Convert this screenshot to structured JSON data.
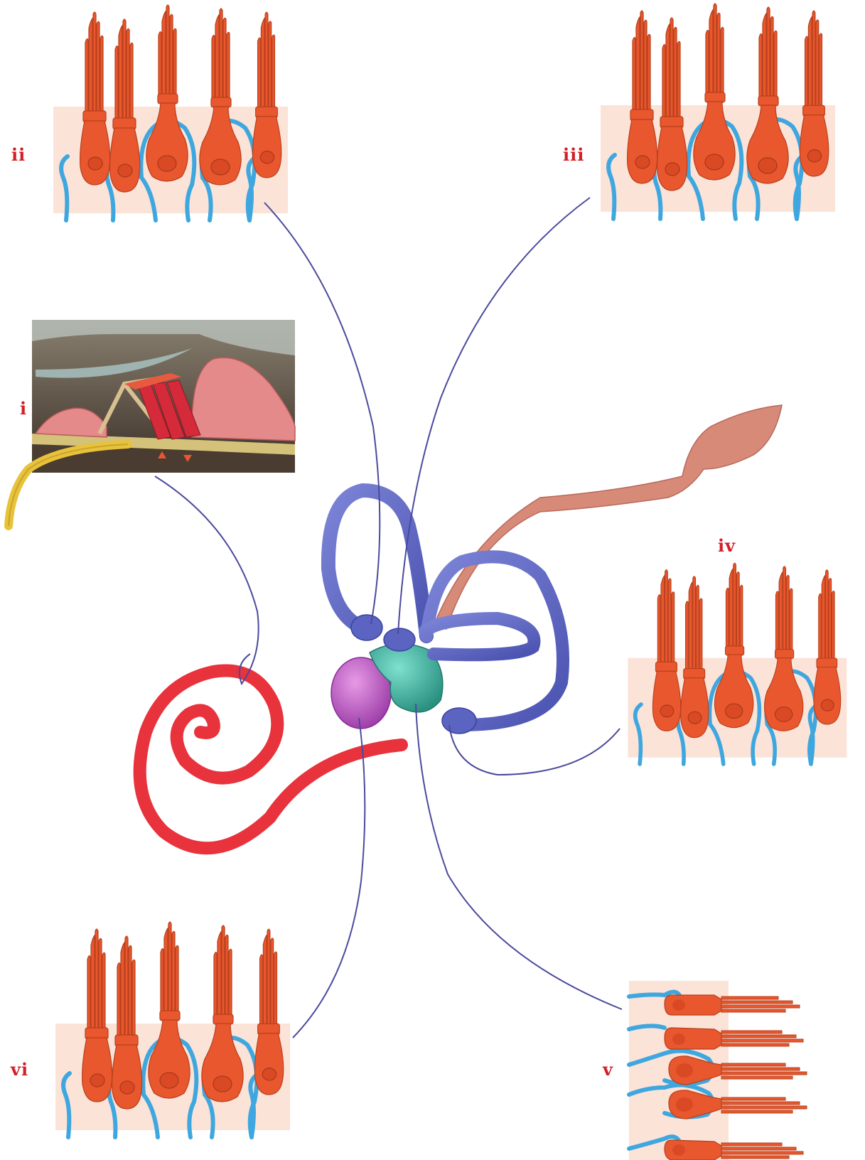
{
  "figure": {
    "labels": {
      "i": "i",
      "ii": "ii",
      "iii": "iii",
      "iv": "iv",
      "v": "v",
      "vi": "vi"
    }
  },
  "colors": {
    "label_text": "#d21f26",
    "connector": "#4a4a9e",
    "semicircular_canals": "#5c64c2",
    "cochlea": "#e8323c",
    "saccule": "#b34ab8",
    "utricle": "#3aa89a",
    "endolymphatic_duct": "#d78a78",
    "hair_cell": "#e8572e",
    "supporting_cell": "#3fa7df",
    "tissue_bg": "#fbe3d8",
    "organ_of_corti_bg": "#6a5a4a",
    "nerve": "#e8c23a"
  },
  "icons": {
    "hair_cell_panel": "hair-cell-icon",
    "organ_of_corti": "organ-of-corti-icon",
    "inner_ear": "inner-ear-icon"
  }
}
